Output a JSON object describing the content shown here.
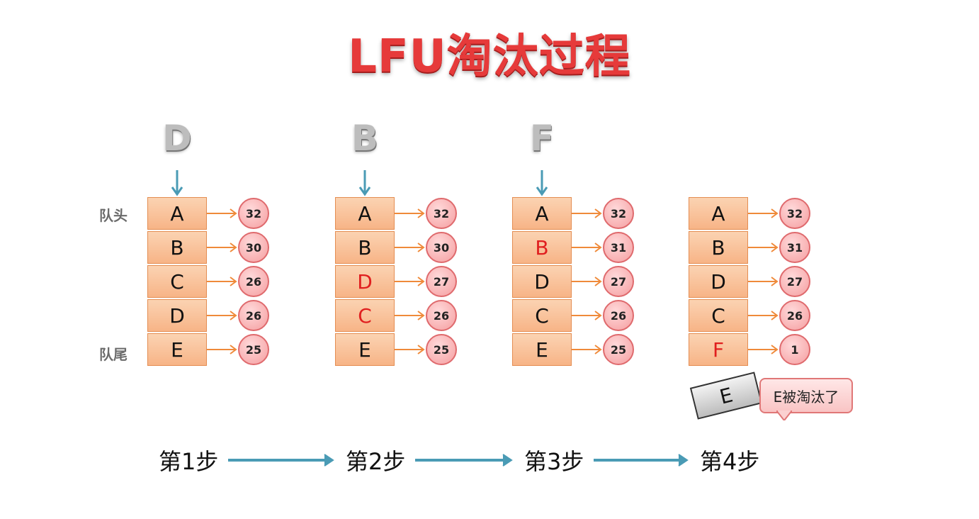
{
  "title": "LFU淘汰过程",
  "side_labels": {
    "head": "队头",
    "tail": "队尾"
  },
  "steps": [
    {
      "label": "第1步",
      "incoming": "D",
      "queue": [
        {
          "key": "A",
          "count": "32",
          "highlight": false
        },
        {
          "key": "B",
          "count": "30",
          "highlight": false
        },
        {
          "key": "C",
          "count": "26",
          "highlight": false
        },
        {
          "key": "D",
          "count": "26",
          "highlight": false
        },
        {
          "key": "E",
          "count": "25",
          "highlight": false
        }
      ]
    },
    {
      "label": "第2步",
      "incoming": "B",
      "queue": [
        {
          "key": "A",
          "count": "32",
          "highlight": false
        },
        {
          "key": "B",
          "count": "30",
          "highlight": false
        },
        {
          "key": "D",
          "count": "27",
          "highlight": true
        },
        {
          "key": "C",
          "count": "26",
          "highlight": true
        },
        {
          "key": "E",
          "count": "25",
          "highlight": false
        }
      ]
    },
    {
      "label": "第3步",
      "incoming": "F",
      "queue": [
        {
          "key": "A",
          "count": "32",
          "highlight": false
        },
        {
          "key": "B",
          "count": "31",
          "highlight": true
        },
        {
          "key": "D",
          "count": "27",
          "highlight": false
        },
        {
          "key": "C",
          "count": "26",
          "highlight": false
        },
        {
          "key": "E",
          "count": "25",
          "highlight": false
        }
      ]
    },
    {
      "label": "第4步",
      "incoming": "",
      "queue": [
        {
          "key": "A",
          "count": "32",
          "highlight": false
        },
        {
          "key": "B",
          "count": "31",
          "highlight": false
        },
        {
          "key": "D",
          "count": "27",
          "highlight": false
        },
        {
          "key": "C",
          "count": "26",
          "highlight": false
        },
        {
          "key": "F",
          "count": "1",
          "highlight": true
        }
      ]
    }
  ],
  "evicted": {
    "key": "E",
    "note": "E被淘汰了"
  },
  "colors": {
    "title": "#e63a3a",
    "highlight_text": "#e01f1f",
    "cell_fill": "#f7b487",
    "count_fill": "#f59ea0",
    "arrow_orange": "#ef8a3a",
    "arrow_teal": "#4a9bb5"
  }
}
